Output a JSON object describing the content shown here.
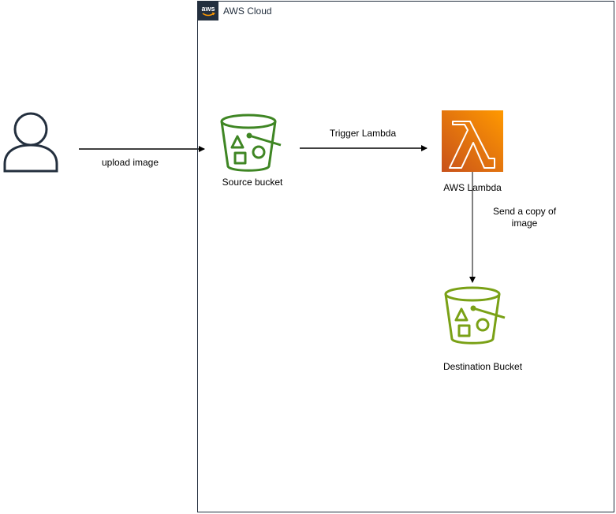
{
  "cloud": {
    "title": "AWS Cloud",
    "logo_text": "aws",
    "border_color": "#232f3e"
  },
  "user": {
    "icon": "user-icon",
    "color": "#232f3e"
  },
  "edges": {
    "upload": "upload image",
    "trigger": "Trigger Lambda",
    "send_copy": "Send  a copy of image"
  },
  "nodes": {
    "source_bucket": {
      "label": "Source bucket",
      "icon": "s3-bucket-icon",
      "color": "#3f8624"
    },
    "lambda": {
      "label": "AWS Lambda",
      "icon": "lambda-icon",
      "gradient": [
        "#c8511b",
        "#ff9900"
      ]
    },
    "destination_bucket": {
      "label": "Destination Bucket",
      "icon": "s3-bucket-icon",
      "color": "#7aa116"
    }
  }
}
